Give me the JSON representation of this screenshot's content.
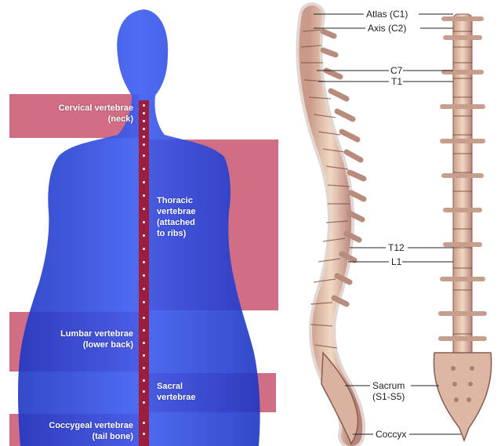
{
  "colors": {
    "band": "#c9536f",
    "silhouette": "#2a46d8",
    "spine_bar": "#9c1e3c",
    "bone": "#e8c8b0"
  },
  "regions": [
    {
      "name": "Cervical vertebrae",
      "note": "(neck)"
    },
    {
      "name": "Thoracic",
      "lines": [
        "vertebrae",
        "(attached",
        "to ribs)"
      ]
    },
    {
      "name": "Lumbar vertebrae",
      "note": "(lower back)"
    },
    {
      "name": "Sacral",
      "note": "vertebrae"
    },
    {
      "name": "Coccygeal vertebrae",
      "note": "(tail bone)"
    }
  ],
  "annotations": {
    "atlas": "Atlas (C1)",
    "axis": "Axis (C2)",
    "c7": "C7",
    "t1": "T1",
    "t12": "T12",
    "l1": "L1",
    "sacrum": "Sacrum",
    "sacrum_range": "(S1-S5)",
    "coccyx": "Coccyx"
  }
}
